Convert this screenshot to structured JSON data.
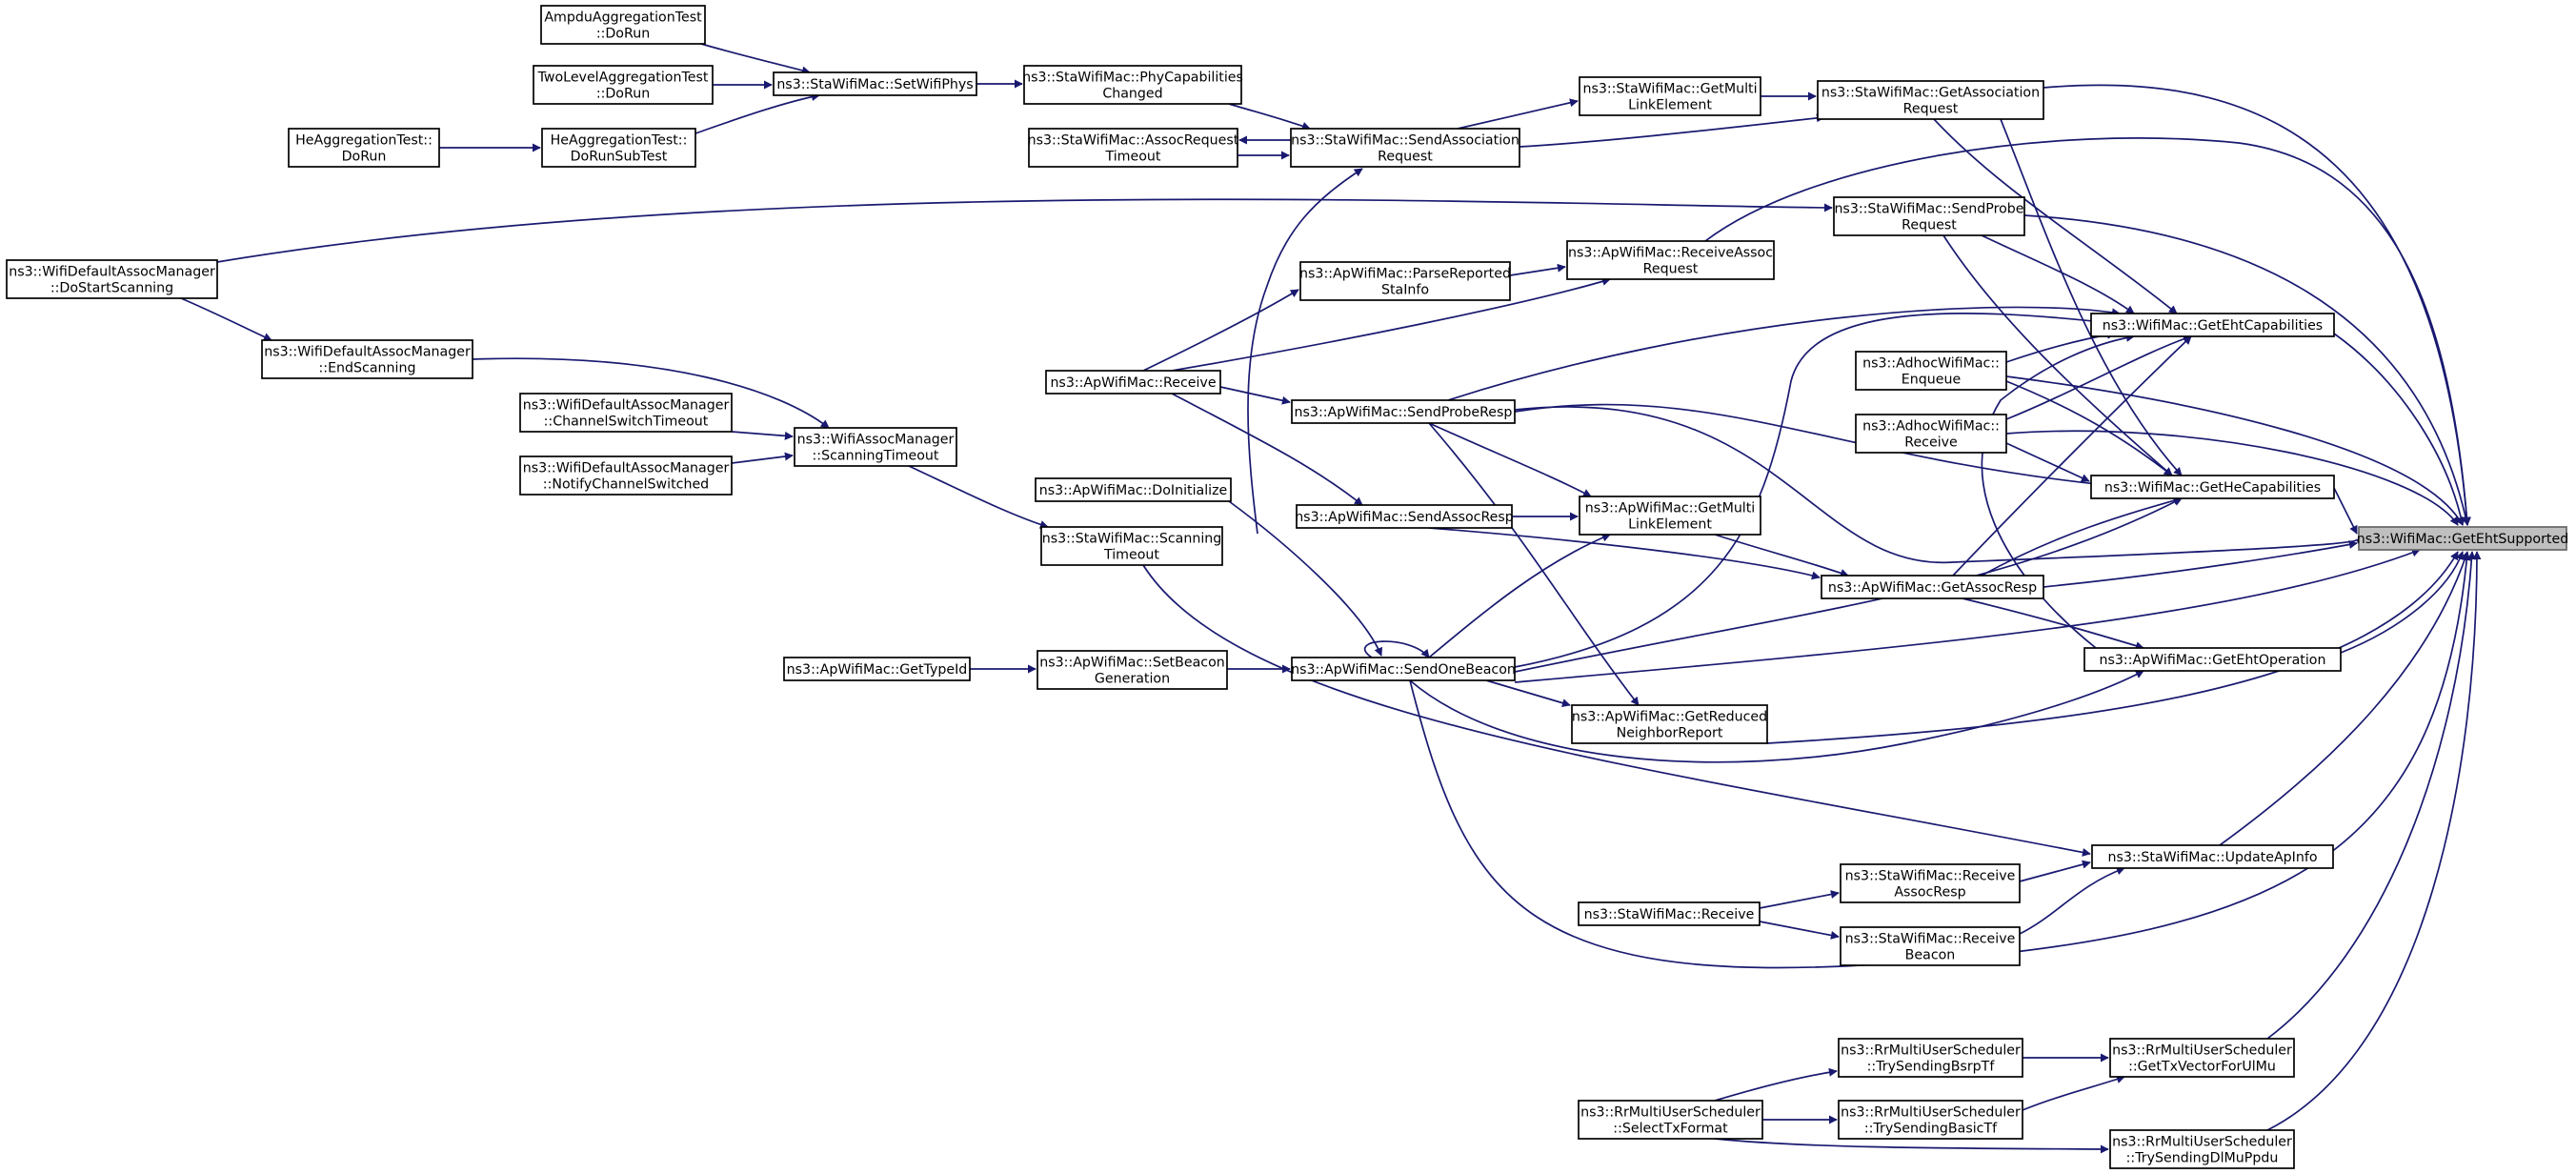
{
  "diagram": {
    "type": "call-graph",
    "edge_color": "#191970",
    "root_fill": "#bfbfbf",
    "nodes": [
      {
        "id": "root",
        "lines": [
          "ns3::WifiMac::GetEhtSupported"
        ]
      },
      {
        "id": "ampdu",
        "lines": [
          "AmpduAggregationTest",
          "::DoRun"
        ]
      },
      {
        "id": "twolevel",
        "lines": [
          "TwoLevelAggregationTest",
          "::DoRun"
        ]
      },
      {
        "id": "hedorun",
        "lines": [
          "HeAggregationTest::",
          "DoRun"
        ]
      },
      {
        "id": "hesubtest",
        "lines": [
          "HeAggregationTest::",
          "DoRunSubTest"
        ]
      },
      {
        "id": "setphys",
        "lines": [
          "ns3::StaWifiMac::SetWifiPhys"
        ]
      },
      {
        "id": "phycap",
        "lines": [
          "ns3::StaWifiMac::PhyCapabilities",
          "Changed"
        ]
      },
      {
        "id": "assoctimeout",
        "lines": [
          "ns3::StaWifiMac::AssocRequest",
          "Timeout"
        ]
      },
      {
        "id": "sendassocreq",
        "lines": [
          "ns3::StaWifiMac::SendAssociation",
          "Request"
        ]
      },
      {
        "id": "stagetmle",
        "lines": [
          "ns3::StaWifiMac::GetMulti",
          "LinkElement"
        ]
      },
      {
        "id": "getassocreq",
        "lines": [
          "ns3::StaWifiMac::GetAssociation",
          "Request"
        ]
      },
      {
        "id": "sendprobereq",
        "lines": [
          "ns3::StaWifiMac::SendProbe",
          "Request"
        ]
      },
      {
        "id": "dostartscan",
        "lines": [
          "ns3::WifiDefaultAssocManager",
          "::DoStartScanning"
        ]
      },
      {
        "id": "endscan",
        "lines": [
          "ns3::WifiDefaultAssocManager",
          "::EndScanning"
        ]
      },
      {
        "id": "chswitchto",
        "lines": [
          "ns3::WifiDefaultAssocManager",
          "::ChannelSwitchTimeout"
        ]
      },
      {
        "id": "notifych",
        "lines": [
          "ns3::WifiDefaultAssocManager",
          "::NotifyChannelSwitched"
        ]
      },
      {
        "id": "scantimeout",
        "lines": [
          "ns3::WifiAssocManager",
          "::ScanningTimeout"
        ]
      },
      {
        "id": "parsereported",
        "lines": [
          "ns3::ApWifiMac::ParseReported",
          "StaInfo"
        ]
      },
      {
        "id": "recvassocreq",
        "lines": [
          "ns3::ApWifiMac::ReceiveAssoc",
          "Request"
        ]
      },
      {
        "id": "apreceive",
        "lines": [
          "ns3::ApWifiMac::Receive"
        ]
      },
      {
        "id": "sendproberesp",
        "lines": [
          "ns3::ApWifiMac::SendProbeResp"
        ]
      },
      {
        "id": "getehtcap",
        "lines": [
          "ns3::WifiMac::GetEhtCapabilities"
        ]
      },
      {
        "id": "adhocenqueue",
        "lines": [
          "ns3::AdhocWifiMac::",
          "Enqueue"
        ]
      },
      {
        "id": "adhocreceive",
        "lines": [
          "ns3::AdhocWifiMac::",
          "Receive"
        ]
      },
      {
        "id": "gethecap",
        "lines": [
          "ns3::WifiMac::GetHeCapabilities"
        ]
      },
      {
        "id": "apdoinit",
        "lines": [
          "ns3::ApWifiMac::DoInitialize"
        ]
      },
      {
        "id": "sendassocresp",
        "lines": [
          "ns3::ApWifiMac::SendAssocResp"
        ]
      },
      {
        "id": "apgetmle",
        "lines": [
          "ns3::ApWifiMac::GetMulti",
          "LinkElement"
        ]
      },
      {
        "id": "stascantimeout",
        "lines": [
          "ns3::StaWifiMac::Scanning",
          "Timeout"
        ]
      },
      {
        "id": "getassocresp",
        "lines": [
          "ns3::ApWifiMac::GetAssocResp"
        ]
      },
      {
        "id": "gettypeid",
        "lines": [
          "ns3::ApWifiMac::GetTypeId"
        ]
      },
      {
        "id": "setbeacon",
        "lines": [
          "ns3::ApWifiMac::SetBeacon",
          "Generation"
        ]
      },
      {
        "id": "sendonebeacon",
        "lines": [
          "ns3::ApWifiMac::SendOneBeacon"
        ]
      },
      {
        "id": "getehtop",
        "lines": [
          "ns3::ApWifiMac::GetEhtOperation"
        ]
      },
      {
        "id": "getrnr",
        "lines": [
          "ns3::ApWifiMac::GetReduced",
          "NeighborReport"
        ]
      },
      {
        "id": "updateapinfo",
        "lines": [
          "ns3::StaWifiMac::UpdateApInfo"
        ]
      },
      {
        "id": "recvassocresp",
        "lines": [
          "ns3::StaWifiMac::Receive",
          "AssocResp"
        ]
      },
      {
        "id": "stareceive",
        "lines": [
          "ns3::StaWifiMac::Receive"
        ]
      },
      {
        "id": "recvbeacon",
        "lines": [
          "ns3::StaWifiMac::Receive",
          "Beacon"
        ]
      },
      {
        "id": "trybsrp",
        "lines": [
          "ns3::RrMultiUserScheduler",
          "::TrySendingBsrpTf"
        ]
      },
      {
        "id": "gettxvec",
        "lines": [
          "ns3::RrMultiUserScheduler",
          "::GetTxVectorForUlMu"
        ]
      },
      {
        "id": "selecttx",
        "lines": [
          "ns3::RrMultiUserScheduler",
          "::SelectTxFormat"
        ]
      },
      {
        "id": "trybasic",
        "lines": [
          "ns3::RrMultiUserScheduler",
          "::TrySendingBasicTf"
        ]
      },
      {
        "id": "trydlmu",
        "lines": [
          "ns3::RrMultiUserScheduler",
          "::TrySendingDlMuPpdu"
        ]
      }
    ]
  }
}
